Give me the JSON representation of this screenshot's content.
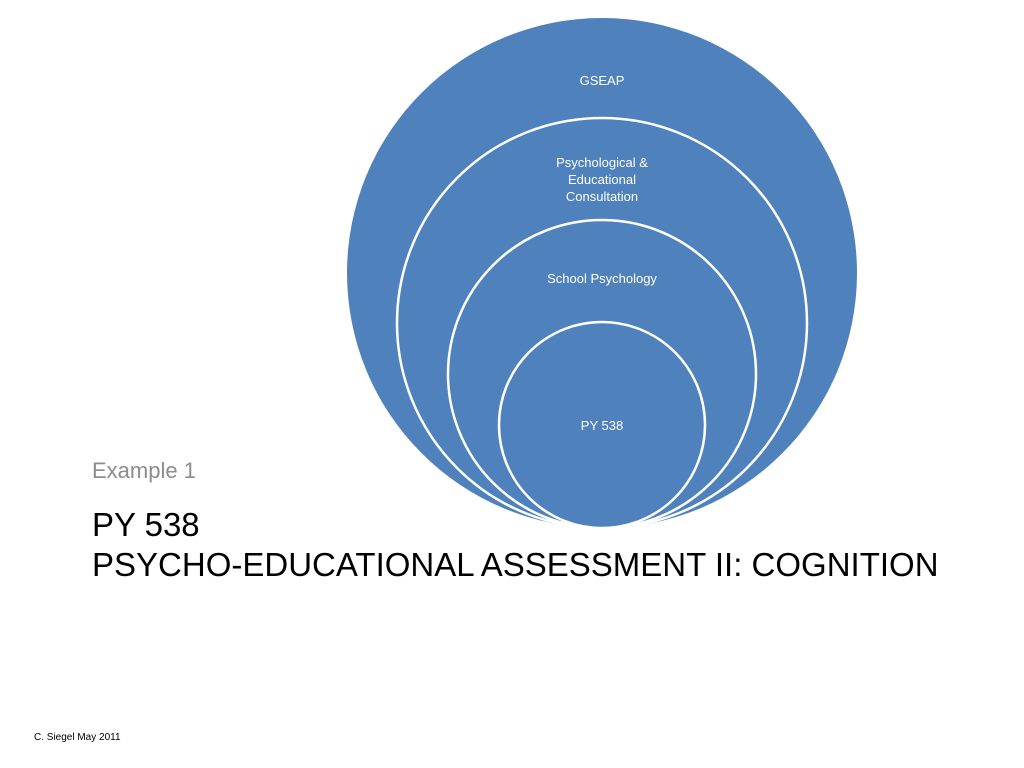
{
  "colors": {
    "circle_fill": "#4f81bd",
    "circle_stroke": "#ffffff",
    "subtitle_text": "#8c8c8c"
  },
  "diagram": {
    "circles": [
      {
        "name": "GSEAP",
        "lines": [
          "GSEAP"
        ]
      },
      {
        "name": "Psychological & Educational Consultation",
        "lines": [
          "Psychological &",
          "Educational",
          "Consultation"
        ]
      },
      {
        "name": "School Psychology",
        "lines": [
          "School Psychology"
        ]
      },
      {
        "name": "PY 538",
        "lines": [
          "PY 538"
        ]
      }
    ]
  },
  "slide": {
    "subtitle": "Example 1",
    "title_line1": "PY 538",
    "title_line2": "PSYCHO-EDUCATIONAL ASSESSMENT II: COGNITION",
    "footer": "C. Siegel May 2011"
  }
}
